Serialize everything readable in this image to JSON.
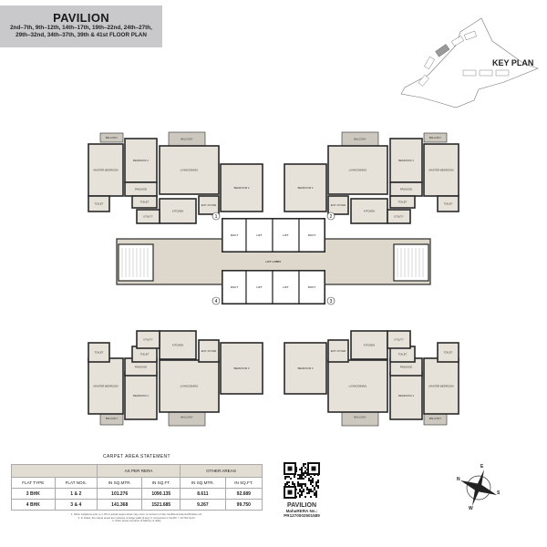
{
  "header": {
    "title": "PAVILION",
    "floors_line1": "2nd–7th, 9th–12th, 14th–17th, 19th–22nd, 24th–27th,",
    "floors_line2": "29th–32nd, 34th–37th, 39th & 41st FLOOR PLAN"
  },
  "key_plan": {
    "title": "KEY PLAN"
  },
  "floor_plan": {
    "core": {
      "lift": "LIFT",
      "duct": "DUCT",
      "lobby": "LIFT LOBBY"
    },
    "flats": [
      {
        "number": "1",
        "rooms": [
          "BALCONY",
          "MASTER BEDROOM",
          "TOILET",
          "BEDROOM 1",
          "PASSAGE",
          "TOILET",
          "BALCONY",
          "LIVING/DINING",
          "KITCHEN",
          "UTILITY",
          "BEDROOM 2",
          "ENT. FOYER"
        ]
      },
      {
        "number": "2",
        "rooms": [
          "BALCONY",
          "MASTER BEDROOM",
          "TOILET",
          "BEDROOM 1",
          "PASSAGE",
          "TOILET",
          "BALCONY",
          "LIVING/DINING",
          "KITCHEN",
          "UTILITY",
          "BEDROOM 2",
          "ENT. FOYER"
        ]
      },
      {
        "number": "3",
        "rooms": [
          "BALCONY",
          "MASTER BEDROOM",
          "TOILET",
          "BEDROOM 1",
          "PASSAGE",
          "TOILET",
          "BALCONY",
          "LIVING/DINING",
          "KITCHEN",
          "UTILITY",
          "BEDROOM 3",
          "ENT. FOYER"
        ]
      },
      {
        "number": "4",
        "rooms": [
          "BALCONY",
          "MASTER BEDROOM",
          "TOILET",
          "BEDROOM 1",
          "PASSAGE",
          "TOILET",
          "BALCONY",
          "LIVING/DINING",
          "KITCHEN",
          "UTILITY",
          "BEDROOM 3",
          "ENT. FOYER"
        ]
      }
    ],
    "colors": {
      "floor": "#e7e2d9",
      "wall": "#2a2a2a",
      "balcony": "#cdc8bf",
      "corridor": "#ddd7cc"
    }
  },
  "carpet_area": {
    "title": "CARPET AREA STATEMENT",
    "group_headers": [
      "AS PER RERA",
      "OTHER AREAS"
    ],
    "columns": [
      "FLAT TYPE",
      "FLAT NOS.",
      "IN SQ.MTR.",
      "IN SQ.FT.",
      "IN SQ.MTR.",
      "IN SQ.FT."
    ],
    "rows": [
      [
        "3 BHK",
        "1 & 2",
        "101.276",
        "1090.135",
        "8.611",
        "92.689"
      ],
      [
        "4 BHK",
        "3 & 4",
        "141.368",
        "1521.685",
        "9.267",
        "99.750"
      ]
    ],
    "notes": [
      "1. Minor variations upto (+/-) 3% in actual carpet areas may occur on account of site conditions/columns/finishes etc.",
      "2. In toilets, the carpet areas are inclusive of ledge walls (if any) 3. Conversion 1 Sq.Mtr. = 10.764 Sq.Ft.",
      "4. Other areas comprise of balcony & utility."
    ]
  },
  "rera": {
    "project": "PAVILION",
    "label": "MahaRERA No.:",
    "number": "PR1270002501589"
  },
  "compass": {
    "n": "N",
    "e": "E",
    "s": "S",
    "w": "W"
  }
}
